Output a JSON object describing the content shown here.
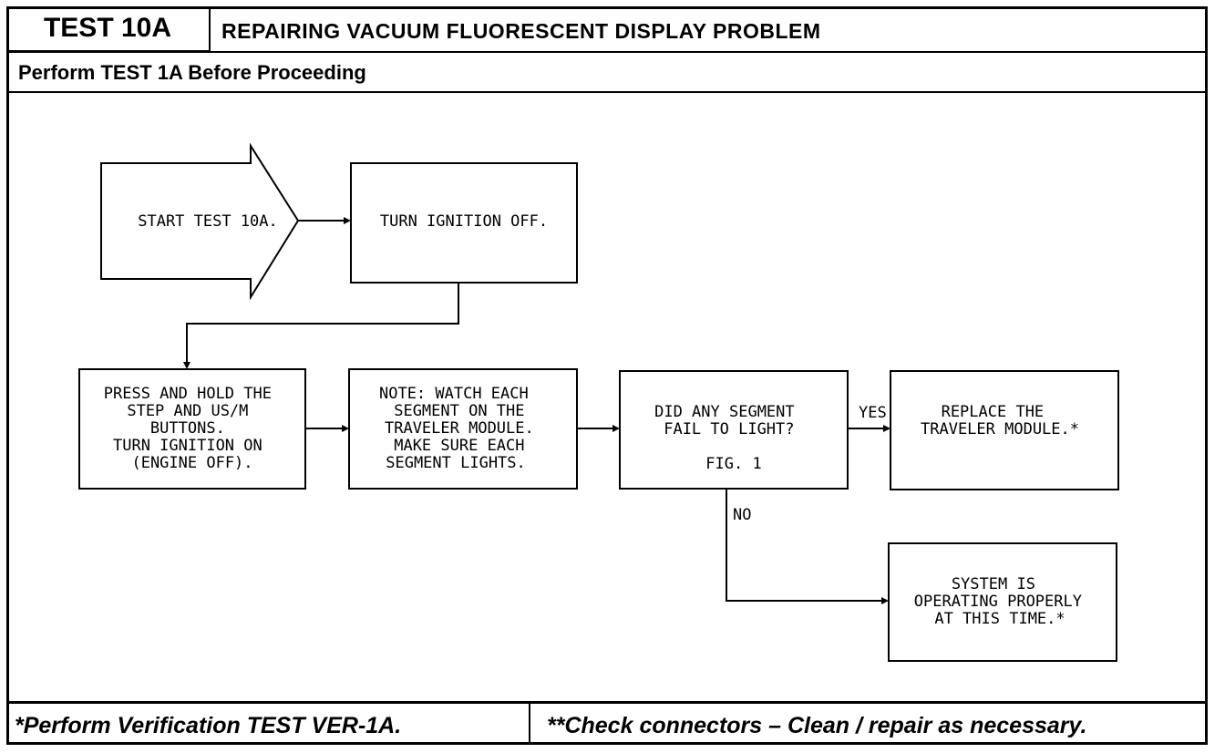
{
  "header": {
    "test_id": "TEST 10A",
    "title": "REPAIRING VACUUM FLUORESCENT DISPLAY PROBLEM",
    "prerequisite": "Perform TEST 1A Before Proceeding"
  },
  "flowchart": {
    "start": "START TEST 10A.",
    "step_ignition_off": "TURN IGNITION OFF.",
    "step_press_hold": [
      "PRESS AND HOLD THE",
      "STEP AND US/M",
      "BUTTONS.",
      "TURN IGNITION ON",
      "(ENGINE OFF)."
    ],
    "step_note": [
      "NOTE:  WATCH EACH",
      "SEGMENT ON THE",
      "TRAVELER MODULE.",
      "MAKE SURE EACH",
      "SEGMENT LIGHTS."
    ],
    "decision": [
      "DID ANY SEGMENT",
      "FAIL TO LIGHT?",
      "",
      "FIG. 1"
    ],
    "yes_label": "YES",
    "no_label": "NO",
    "result_yes": [
      "REPLACE THE",
      "TRAVELER MODULE.*"
    ],
    "result_no": [
      "SYSTEM IS",
      "OPERATING PROPERLY",
      "AT THIS TIME.*"
    ]
  },
  "footer": {
    "left": "*Perform Verification TEST VER-1A.",
    "right": "**Check connectors – Clean / repair as necessary."
  }
}
